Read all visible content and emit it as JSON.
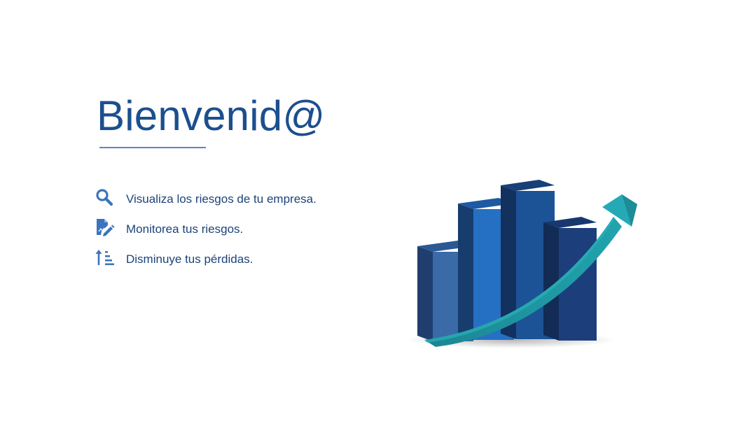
{
  "welcome": {
    "title": "Bienvenid@"
  },
  "features": [
    {
      "icon": "search-icon",
      "label": "Visualiza los riesgos de tu empresa."
    },
    {
      "icon": "edit-document-icon",
      "label": "Monitorea tus riesgos."
    },
    {
      "icon": "sort-ascending-icon",
      "label": "Disminuye tus pérdidas."
    }
  ],
  "illustration": {
    "icon": "growth-bar-chart-illustration"
  },
  "colors": {
    "title": "#1c4f8e",
    "text": "#1c4379",
    "icon": "#3b74bd",
    "divider": "#5b86bd",
    "arrow": "#1f8f96"
  }
}
